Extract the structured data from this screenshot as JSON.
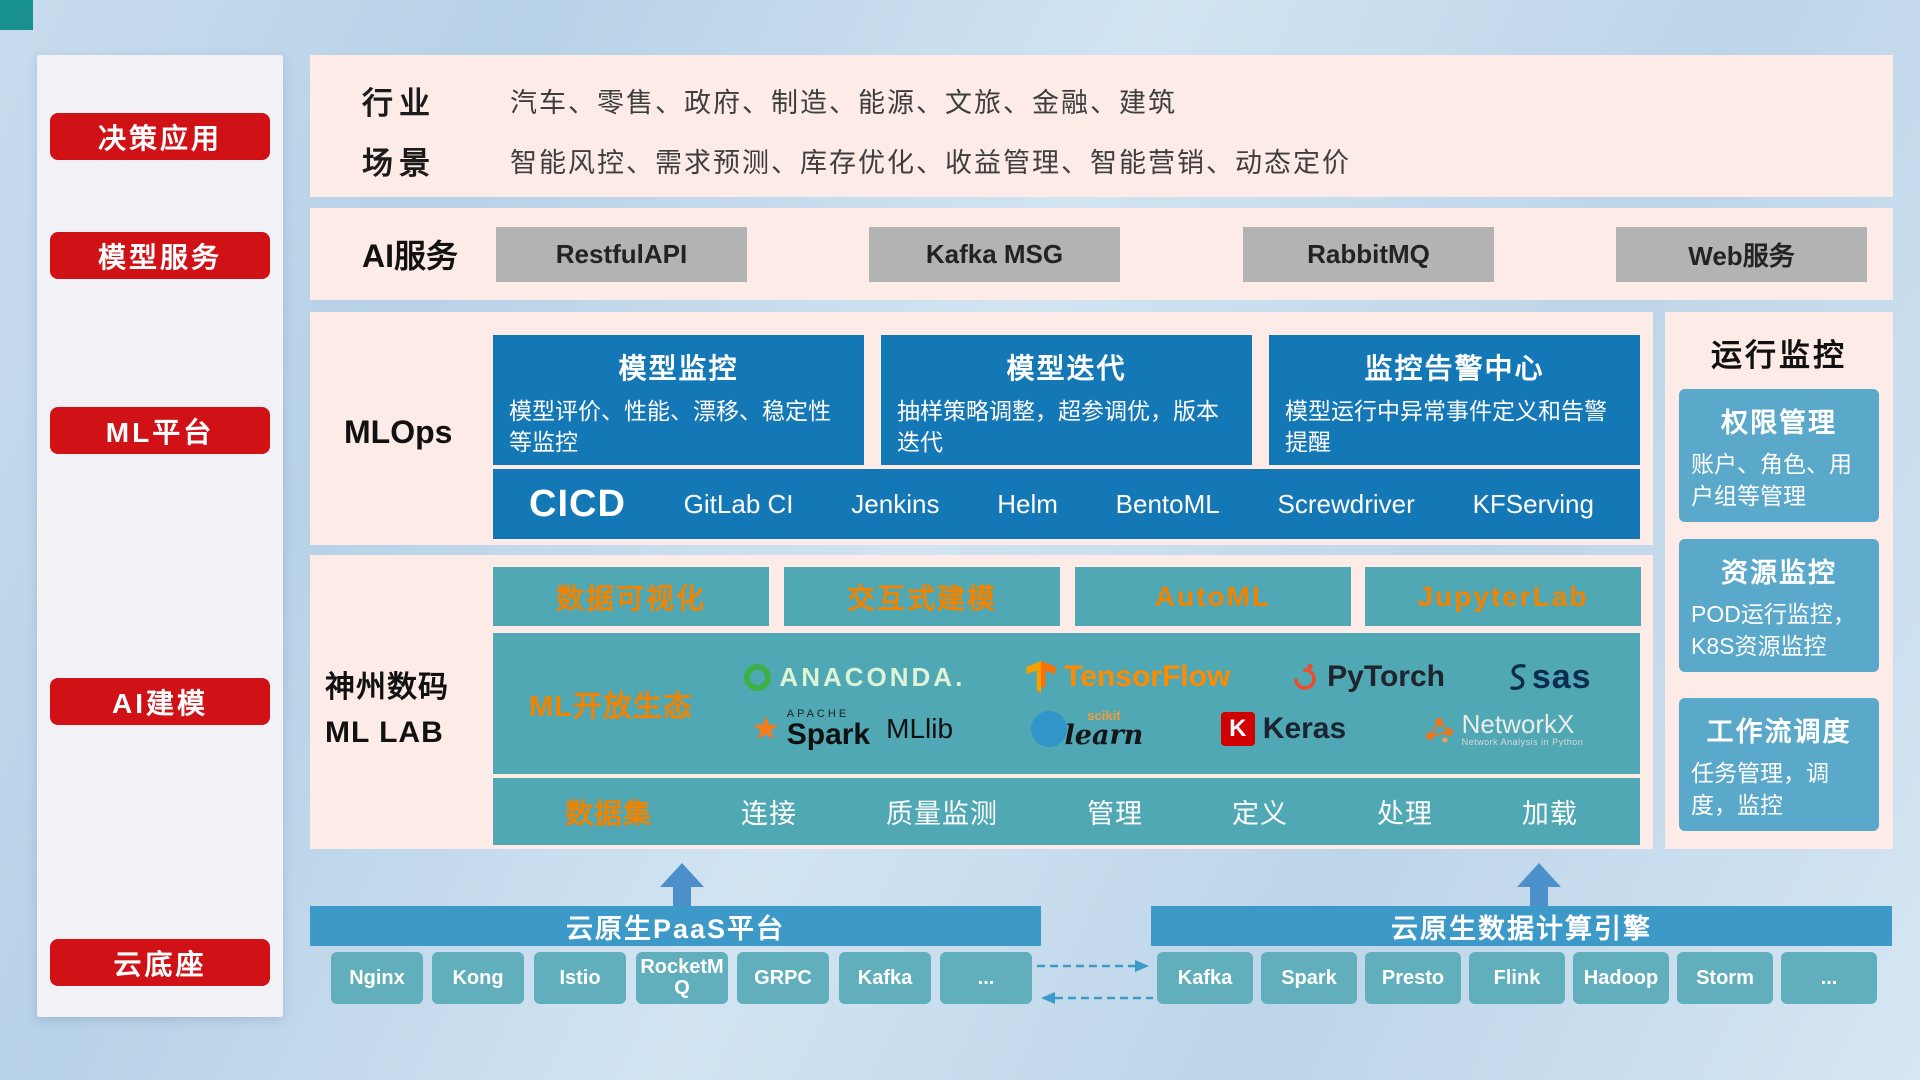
{
  "colors": {
    "accent_red": "#d01217",
    "card_blue": "#1477b6",
    "teal": "#4fa8b3",
    "orange_text": "#f08300",
    "monitor_blue": "#5aa8ca",
    "bottom_blue": "#3c99c8",
    "row_pink": "#fcebe6"
  },
  "sidebar": {
    "items": [
      "决策应用",
      "模型服务",
      "ML平台",
      "AI建模",
      "云底座"
    ]
  },
  "industry": {
    "rows": [
      {
        "label": "行业",
        "text": "汽车、零售、政府、制造、能源、文旅、金融、建筑"
      },
      {
        "label": "场景",
        "text": "智能风控、需求预测、库存优化、收益管理、智能营销、动态定价"
      }
    ]
  },
  "ai_service": {
    "label": "AI服务",
    "items": [
      "RestfulAPI",
      "Kafka MSG",
      "RabbitMQ",
      "Web服务"
    ]
  },
  "mlops": {
    "label": "MLOps",
    "cards": [
      {
        "title": "模型监控",
        "desc": "模型评价、性能、漂移、稳定性等监控"
      },
      {
        "title": "模型迭代",
        "desc": "抽样策略调整，超参调优，版本迭代"
      },
      {
        "title": "监控告警中心",
        "desc": "模型运行中异常事件定义和告警提醒"
      }
    ],
    "cicd_label": "CICD",
    "cicd_tools": [
      "GitLab CI",
      "Jenkins",
      "Helm",
      "BentoML",
      "Screwdriver",
      "KFServing"
    ]
  },
  "mllab": {
    "label_line1": "神州数码",
    "label_line2": "ML LAB",
    "features": [
      "数据可视化",
      "交互式建模",
      "AutoML",
      "JupyterLab"
    ],
    "eco_label": "ML开放生态",
    "logos": {
      "anaconda": "ANACONDA.",
      "tensorflow": "TensorFlow",
      "pytorch": "PyTorch",
      "sas": "sas",
      "spark_top": "APACHE",
      "spark": "Spark",
      "mllib": "MLlib",
      "scikit_top": "scikit",
      "scikit": "learn",
      "keras_letter": "K",
      "keras": "Keras",
      "networkx": "NetworkX",
      "networkx_sub": "Network Analysis in Python"
    },
    "dataset_label": "数据集",
    "dataset_items": [
      "连接",
      "质量监测",
      "管理",
      "定义",
      "处理",
      "加载"
    ]
  },
  "monitoring": {
    "title": "运行监控",
    "cards": [
      {
        "title": "权限管理",
        "desc": "账户、角色、用户组等管理"
      },
      {
        "title": "资源监控",
        "desc": "POD运行监控，K8S资源监控"
      },
      {
        "title": "工作流调度",
        "desc": "任务管理，调度，监控"
      }
    ]
  },
  "bottom": {
    "paas_title": "云原生PaaS平台",
    "paas_items": [
      "Nginx",
      "Kong",
      "Istio",
      "RocketMQ",
      "GRPC",
      "Kafka",
      "..."
    ],
    "engine_title": "云原生数据计算引擎",
    "engine_items": [
      "Kafka",
      "Spark",
      "Presto",
      "Flink",
      "Hadoop",
      "Storm",
      "..."
    ]
  }
}
